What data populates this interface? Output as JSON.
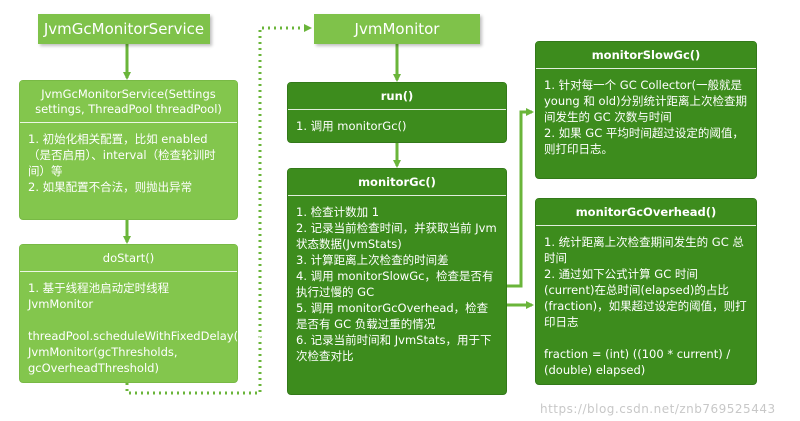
{
  "nodes": {
    "service_tab": "JvmGcMonitorService",
    "monitor_tab": "JvmMonitor",
    "constructor": {
      "header": "JvmGcMonitorService(Settings settings, ThreadPool threadPool)",
      "body": "1. 初始化相关配置，比如 enabled（是否启用）、interval（检查轮训时间）等\n2. 如果配置不合法，则抛出异常"
    },
    "dostart": {
      "header": "doStart()",
      "body": "1. 基于线程池启动定时线程 JvmMonitor\n\nthreadPool.scheduleWithFixedDelay(new JvmMonitor(gcThresholds, gcOverheadThreshold)"
    },
    "run": {
      "header": "run()",
      "body": "1. 调用 monitorGc()"
    },
    "monitorgc": {
      "header": "monitorGc()",
      "body": "1. 检查计数加 1\n2. 记录当前检查时间，并获取当前 Jvm 状态数据(JvmStats)\n3. 计算距离上次检查的时间差\n4. 调用 monitorSlowGc，检查是否有执行过慢的 GC\n5. 调用 monitorGcOverhead，检查是否有 GC 负载过重的情况\n6. 记录当前时间和 JvmStats，用于下次检查对比"
    },
    "slowgc": {
      "header": "monitorSlowGc()",
      "body": "1. 针对每一个 GC Collector(一般就是 young 和 old)分别统计距离上次检查期间发生的 GC 次数与时间\n2. 如果 GC 平均时间超过设定的阈值，则打印日志。"
    },
    "overhead": {
      "header": "monitorGcOverhead()",
      "body": "1. 统计距离上次检查期间发生的 GC 总时间\n2. 通过如下公式计算 GC 时间(current)在总时间(elapsed)的占比(fraction)，如果超过设定的阈值，则打印日志\n\nfraction = (int) ((100 * current) / (double) elapsed)"
    }
  },
  "watermark": "https://blog.csdn.net/znb769525443",
  "colors": {
    "light_green": "#83c64d",
    "dark_green": "#3d8c1d",
    "arrow": "#6ab53a"
  }
}
